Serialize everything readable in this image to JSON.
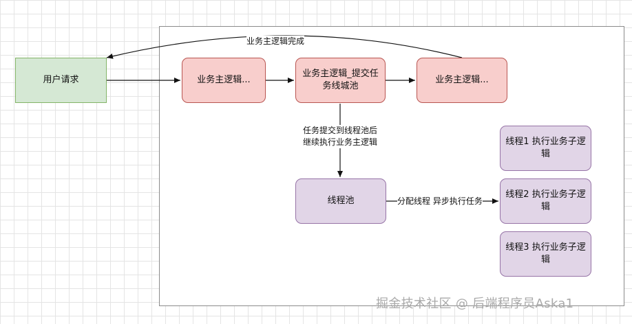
{
  "nodes": {
    "user_request": "用户请求",
    "biz_logic_1": "业务主逻辑...",
    "biz_logic_submit": "业务主逻辑_提交任务线城池",
    "biz_logic_2": "业务主逻辑...",
    "thread_pool": "线程池",
    "thread_1": "线程1 执行业务子逻辑",
    "thread_2": "线程2 执行业务子逻辑",
    "thread_3": "线程3 执行业务子逻辑"
  },
  "edges": {
    "complete_label": "业务主逻辑完成",
    "submit_label_line1": "任务提交到线程池后",
    "submit_label_line2": "继续执行业务主逻辑",
    "assign_label": "分配线程 异步执行任务"
  },
  "watermark": "掘金技术社区 @ 后端程序员Aska1"
}
